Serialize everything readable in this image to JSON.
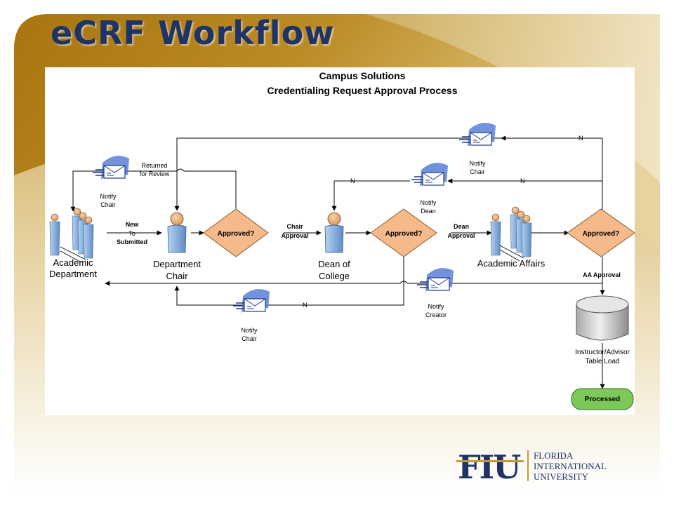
{
  "slide": {
    "title": "eCRF Workflow",
    "colors": {
      "gold": "#b8860b",
      "navy": "#1f3466",
      "decision": "#f5b98a",
      "processed": "#7ec85a",
      "person": "#8fb4dd"
    }
  },
  "diagram": {
    "title_line1": "Campus Solutions",
    "title_line2": "Credentialing Request Approval Process",
    "actors": {
      "academic_department": [
        "Academic",
        "Department"
      ],
      "department_chair": [
        "Department",
        "Chair"
      ],
      "dean_of_college": [
        "Dean of",
        "College"
      ],
      "academic_affairs": "Academic Affairs"
    },
    "decisions": {
      "d1": "Approved?",
      "d2": "Approved?",
      "d3": "Approved?"
    },
    "transitions": {
      "new_submitted": [
        "New",
        "To",
        "Submitted"
      ],
      "chair_approval": [
        "Chair",
        "Approval"
      ],
      "dean_approval": [
        "Dean",
        "Approval"
      ],
      "aa_approval": "AA Approval",
      "returned_for_review": [
        "Returned",
        "for Review"
      ],
      "no": "N"
    },
    "notifications": {
      "notify_chair_left": [
        "Notify",
        "Chair"
      ],
      "notify_chair_top": [
        "Notify",
        "Chair"
      ],
      "notify_dean": [
        "Notify",
        "Dean"
      ],
      "notify_creator": [
        "Notify",
        "Creator"
      ],
      "notify_chair_bottom": [
        "Notify",
        "Chair"
      ]
    },
    "database": [
      "Instructor/Advisor",
      "Table Load"
    ],
    "processed": "Processed"
  },
  "logo": {
    "monogram": "FIU",
    "lines": [
      "FLORIDA",
      "INTERNATIONAL",
      "UNIVERSITY"
    ]
  }
}
